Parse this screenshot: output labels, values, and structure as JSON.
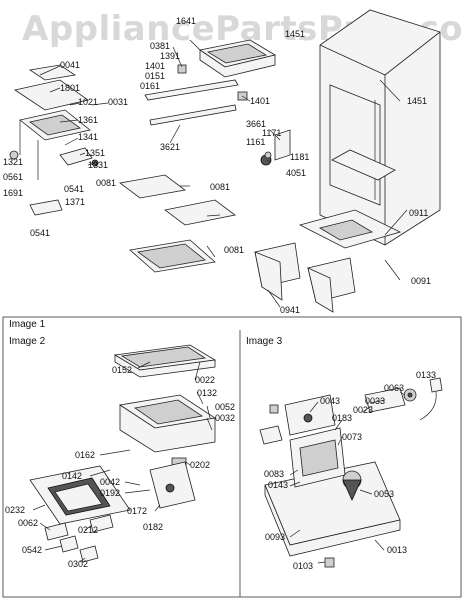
{
  "watermark": "AppliancePartsPros.com",
  "panels": {
    "image1": "Image 1",
    "image2": "Image 2",
    "image3": "Image 3"
  },
  "callouts": {
    "image1": [
      "0041",
      "1801",
      "1021",
      "0031",
      "1361",
      "1341",
      "1321",
      "0561",
      "1691",
      "1351",
      "1331",
      "0541",
      "1371",
      "0541",
      "1641",
      "0381",
      "1391",
      "1401",
      "0151",
      "0161",
      "1401",
      "3661",
      "1171",
      "1161",
      "3621",
      "1181",
      "4051",
      "0081",
      "0081",
      "0081",
      "1451",
      "1451",
      "0911",
      "0091",
      "0941"
    ],
    "image2": [
      "0152",
      "0022",
      "0132",
      "0052",
      "0032",
      "0162",
      "0202",
      "0142",
      "0042",
      "0192",
      "0232",
      "0172",
      "0182",
      "0062",
      "0212",
      "0542",
      "0302"
    ],
    "image3": [
      "0133",
      "0043",
      "0063",
      "0033",
      "0023",
      "0183",
      "0073",
      "0083",
      "0143",
      "0053",
      "0093",
      "0013",
      "0103"
    ]
  }
}
